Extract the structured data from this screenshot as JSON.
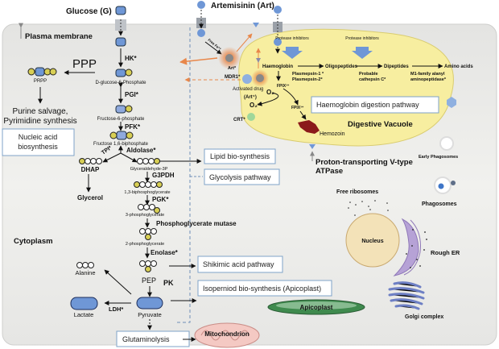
{
  "colors": {
    "cell": "#eeeeec",
    "vacuole": "#f7eea0",
    "box_border": "#7fa3c8",
    "drug": "#e8874a",
    "molecule": "#6f97d6",
    "apicoplast": "#3f8a4e",
    "nucleus": "#f3e2b8",
    "er": "#a991c9",
    "golgi": "#6d7fc4",
    "hemozoin": "#8b1a1a"
  },
  "inputs": {
    "glucose": "Glucose (G)",
    "artemisinin": "Artemisinin (Art)"
  },
  "labels": {
    "plasma_membrane": "Plasma membrane",
    "cytoplasm": "Cytoplasm",
    "ppp": "PPP",
    "prpp": "PRPP",
    "purine": "Purine salvage,",
    "pyrimidine": "Pyrimidine synthesis",
    "free_fe": "Free Fe²⁺",
    "art_star": "Art*",
    "mdr1": "MDR1*",
    "activated_drug": "Activated drug",
    "art_paren": "(Art⁺)",
    "o2": "O₂",
    "o2minus": "O₂⁻",
    "crt": "CRT*",
    "digestive_vacuole": "Digestive Vacuole",
    "hemozoin": "Hemozoin",
    "fpix1": "FPIX²⁺",
    "fpix2": "FPIX³⁺",
    "vatpase_1": "Proton-transporting V-type",
    "vatpase_2": "ATPase",
    "early_phagosomes": "Early Phagosomes",
    "phagosomes": "Phagosomes",
    "free_ribosomes": "Free ribosomes",
    "nucleus": "Nucleus",
    "rough_er": "Rough ER",
    "golgi": "Golgi complex",
    "apicoplast": "Apicoplast",
    "mitochondrion": "Mitochondrion"
  },
  "haemoglobin_pathway": {
    "steps": [
      "Haemoglobin",
      "Oligopeptides",
      "Dipeptides",
      "Amino acids"
    ],
    "enzymes": [
      [
        "Plasmepsin-1 *",
        "Plasmepsin-2*"
      ],
      [
        "Probable",
        "cathepsin  C*"
      ],
      [
        "M1-family alanyl",
        "aminopeptidase*"
      ]
    ],
    "inhibitors": [
      "Protease inhibitors",
      "Protease inhibitors"
    ]
  },
  "glycolysis": {
    "metabolites": {
      "g6p": "D-glucose-6-Phosphate",
      "f6p": "Fructose-6-phosphate",
      "f16bp": "Fructose 1,6-biphosphate",
      "dhap": "DHAP",
      "glycerol": "Glycerol",
      "g3p": "Glyceraldehyde-3P",
      "bpg13": "1,3-biphosphoglycerate",
      "pg3": "3-phosphoglycerate",
      "pg2": "2-phosphoglycerate",
      "pep": "PEP",
      "pyruvate": "Pyruvate",
      "lactate": "Lactate",
      "alanine": "Alanine"
    },
    "enzymes": {
      "hk": "HK*",
      "pgi": "PGI*",
      "pfk": "PFK*",
      "tpi": "TPI*",
      "aldolase": "Aldolase*",
      "g3pdh": "G3PDH",
      "pgk": "PGK*",
      "pgm": "Phosphoglycerate mutase",
      "enolase": "Enolase*",
      "pk": "PK",
      "ldh": "LDH*"
    }
  },
  "pathway_boxes": {
    "nucleic": [
      "Nucleic acid",
      "biosynthesis"
    ],
    "lipid": "Lipid bio-synthesis",
    "glycolysis": "Glycolysis pathway",
    "shikimic": "Shikimic acid pathway",
    "isoprenoid": "Isoperniod bio-synthesis (Apicoplast)",
    "glutaminolysis": "Glutaminolysis",
    "haemoglobin": "Haemoglobin digestion pathway"
  }
}
